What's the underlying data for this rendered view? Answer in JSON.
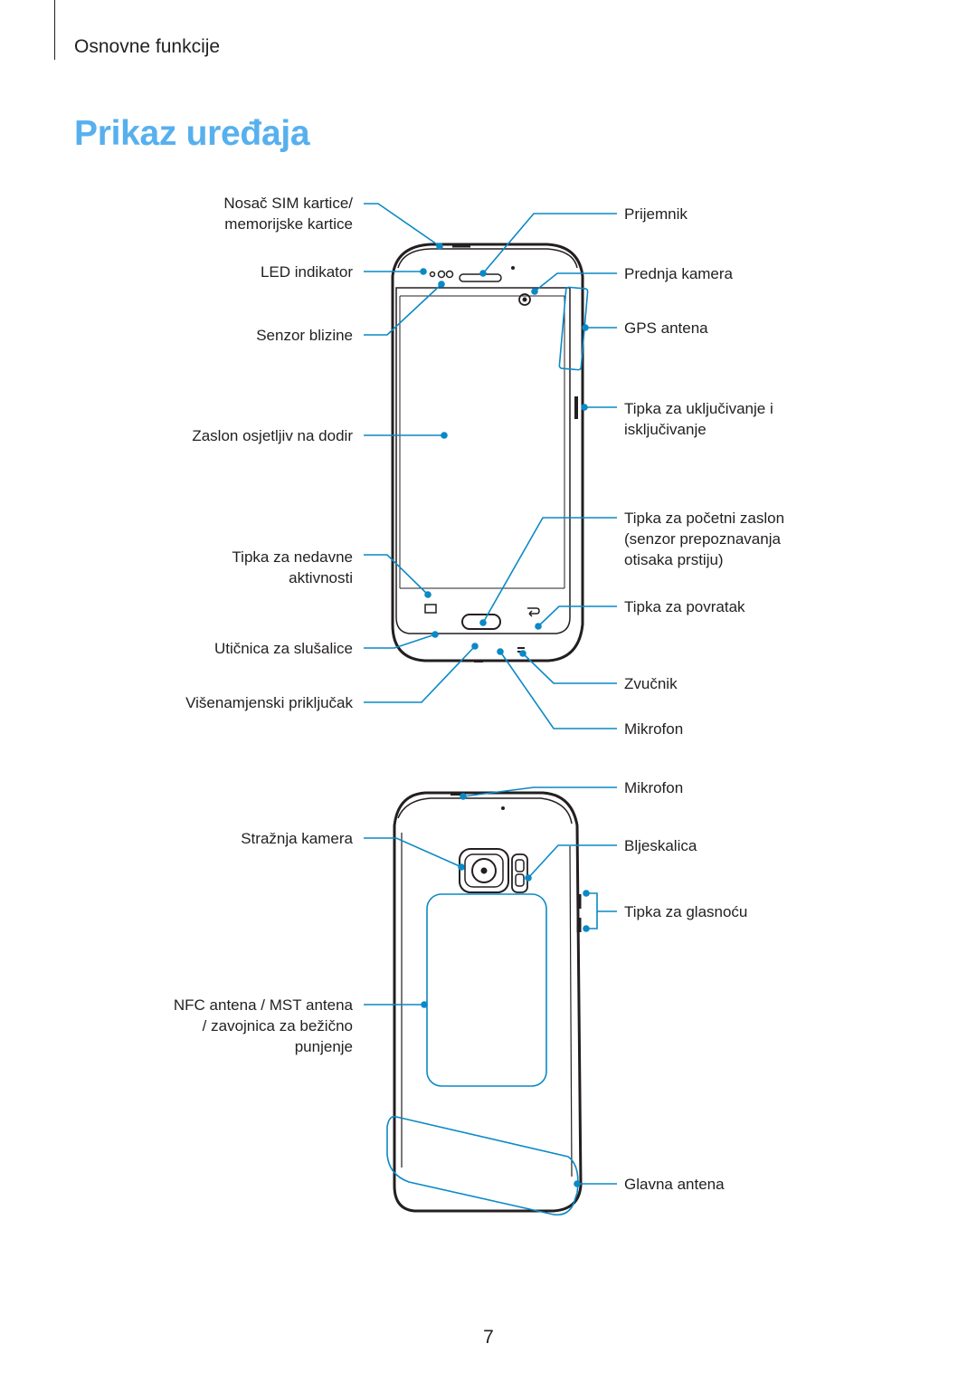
{
  "header": {
    "chapter": "Osnovne funkcije"
  },
  "title": "Prikaz uređaja",
  "front_labels": {
    "sim_tray": [
      "Nosač SIM kartice/",
      "memorijske kartice"
    ],
    "led": "LED indikator",
    "proximity": "Senzor blizine",
    "touchscreen": "Zaslon osjetljiv na dodir",
    "recent": [
      "Tipka za nedavne",
      "aktivnosti"
    ],
    "earphone": "Utičnica za slušalice",
    "multipurpose": "Višenamjenski priključak",
    "receiver": "Prijemnik",
    "front_camera": "Prednja kamera",
    "gps": "GPS antena",
    "power": [
      "Tipka za uključivanje i",
      "isključivanje"
    ],
    "home": [
      "Tipka za početni zaslon",
      "(senzor prepoznavanja",
      "otisaka prstiju)"
    ],
    "back": "Tipka za povratak",
    "speaker": "Zvučnik",
    "mic_bottom": "Mikrofon"
  },
  "back_labels": {
    "mic_top": "Mikrofon",
    "rear_camera": "Stražnja kamera",
    "flash": "Bljeskalica",
    "volume": "Tipka za glasnoću",
    "nfc": [
      "NFC antena / MST antena",
      "/ zavojnica za bežično",
      "punjenje"
    ],
    "main_antenna": "Glavna antena"
  },
  "colors": {
    "accent": "#57b0ee",
    "callout": "#0a89c6",
    "ink": "#231f20"
  },
  "page_number": "7"
}
